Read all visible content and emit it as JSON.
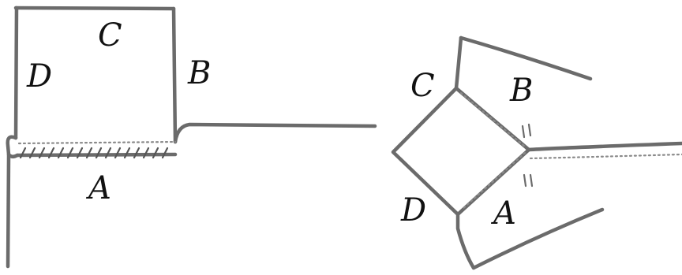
{
  "labels": {
    "left": {
      "top": "C",
      "left": "D",
      "right": "B",
      "bottom": "A"
    },
    "right": {
      "c": "C",
      "b": "B",
      "d": "D",
      "a": "A"
    }
  },
  "colors": {
    "line": "#6b6b6b",
    "stitch": "#555555",
    "background": "#ffffff"
  }
}
